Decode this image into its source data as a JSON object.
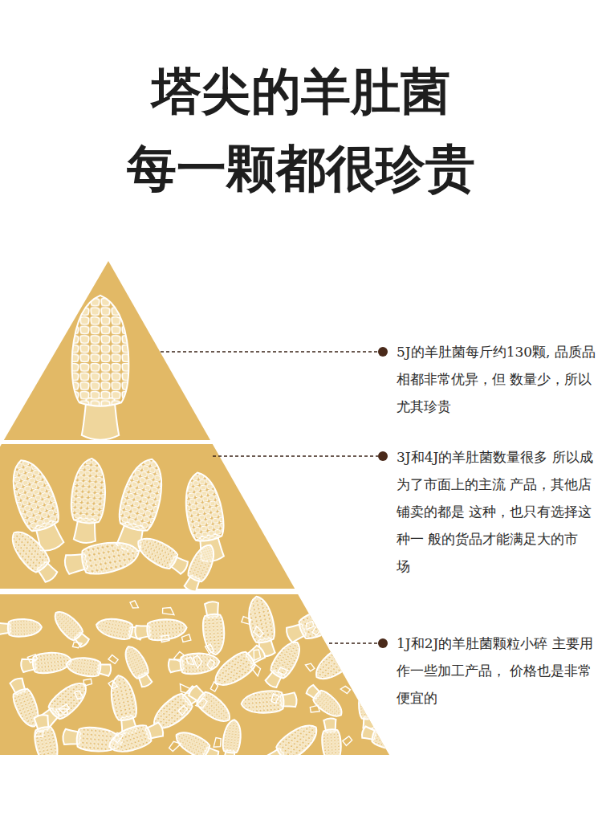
{
  "diagram": {
    "title": "塔尖的羊肚菌 每一颗都很珍贵",
    "labels": [
      "5J的羊肚菌每斤约130颗, 品质品相都非常优异，但 数量少，所以尤其珍贵",
      "3J和4J的羊肚菌数量很多 所以成为了市面上的主流 产品，其他店铺卖的都是 这种，也只有选择这种一 般的货品才能满足大的市 场",
      "1J和2J的羊肚菌颗粒小碎 主要用作一些加工产品， 价格也是非常便宜的"
    ]
  }
}
